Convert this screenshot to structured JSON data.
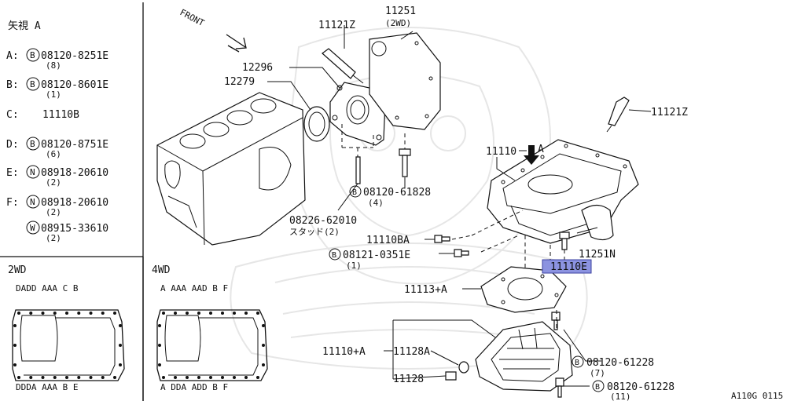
{
  "legend": {
    "view_title": "矢視 A",
    "rows": [
      {
        "key": "A",
        "sep": ":",
        "prefix": "B",
        "part": "08120-8251E",
        "qty": "(8)"
      },
      {
        "key": "B",
        "sep": ":",
        "prefix": "B",
        "part": "08120-8601E",
        "qty": "(1)"
      },
      {
        "key": "C",
        "sep": ":",
        "prefix": "",
        "part": "11110B",
        "qty": ""
      },
      {
        "key": "D",
        "sep": ":",
        "prefix": "B",
        "part": "08120-8751E",
        "qty": "(6)"
      },
      {
        "key": "E",
        "sep": ":",
        "prefix": "N",
        "part": "08918-20610",
        "qty": "(2)"
      },
      {
        "key": "F",
        "sep": ":",
        "prefix": "N",
        "part": "08918-20610",
        "qty": "(2)"
      },
      {
        "key": "",
        "sep": "",
        "prefix": "W",
        "part": "08915-33610",
        "qty": "(2)"
      }
    ]
  },
  "panel_2wd": {
    "title": "2WD",
    "top_letters": "DADD AAA C B",
    "bottom_letters": "DDDA AAA B E"
  },
  "panel_4wd": {
    "title": "4WD",
    "top_letters": "A AAA AAD B F",
    "bottom_letters": "A DDA ADD B F"
  },
  "callouts": {
    "front": "FRONT",
    "p11121Z_top": "11121Z",
    "p11251": "11251",
    "p11251_note": "(2WD)",
    "p12296": "12296",
    "p12279": "12279",
    "p08120_61828": "08120-61828",
    "p08120_61828_qty": "(4)",
    "p08226": "08226-62010",
    "p08226_note": "スタッド(2)",
    "p11121Z_right": "11121Z",
    "p11110": "11110",
    "arrow_a": "A",
    "p11110BA": "11110BA",
    "p08121": "08121-0351E",
    "p08121_qty": "(1)",
    "p11251N": "11251N",
    "p11110E": "11110E",
    "p11113": "11113+A",
    "p11110A": "11110+A",
    "p11128A": "11128A",
    "p11128": "11128",
    "p08120_61228_a": "08120-61228",
    "p08120_61228_a_qty": "(7)",
    "p08120_61228_b": "08120-61228",
    "p08120_61228_b_qty": "(11)",
    "circle_b": "B",
    "figure_code": "A110G 0115"
  },
  "highlight_color": "#8c93e0"
}
